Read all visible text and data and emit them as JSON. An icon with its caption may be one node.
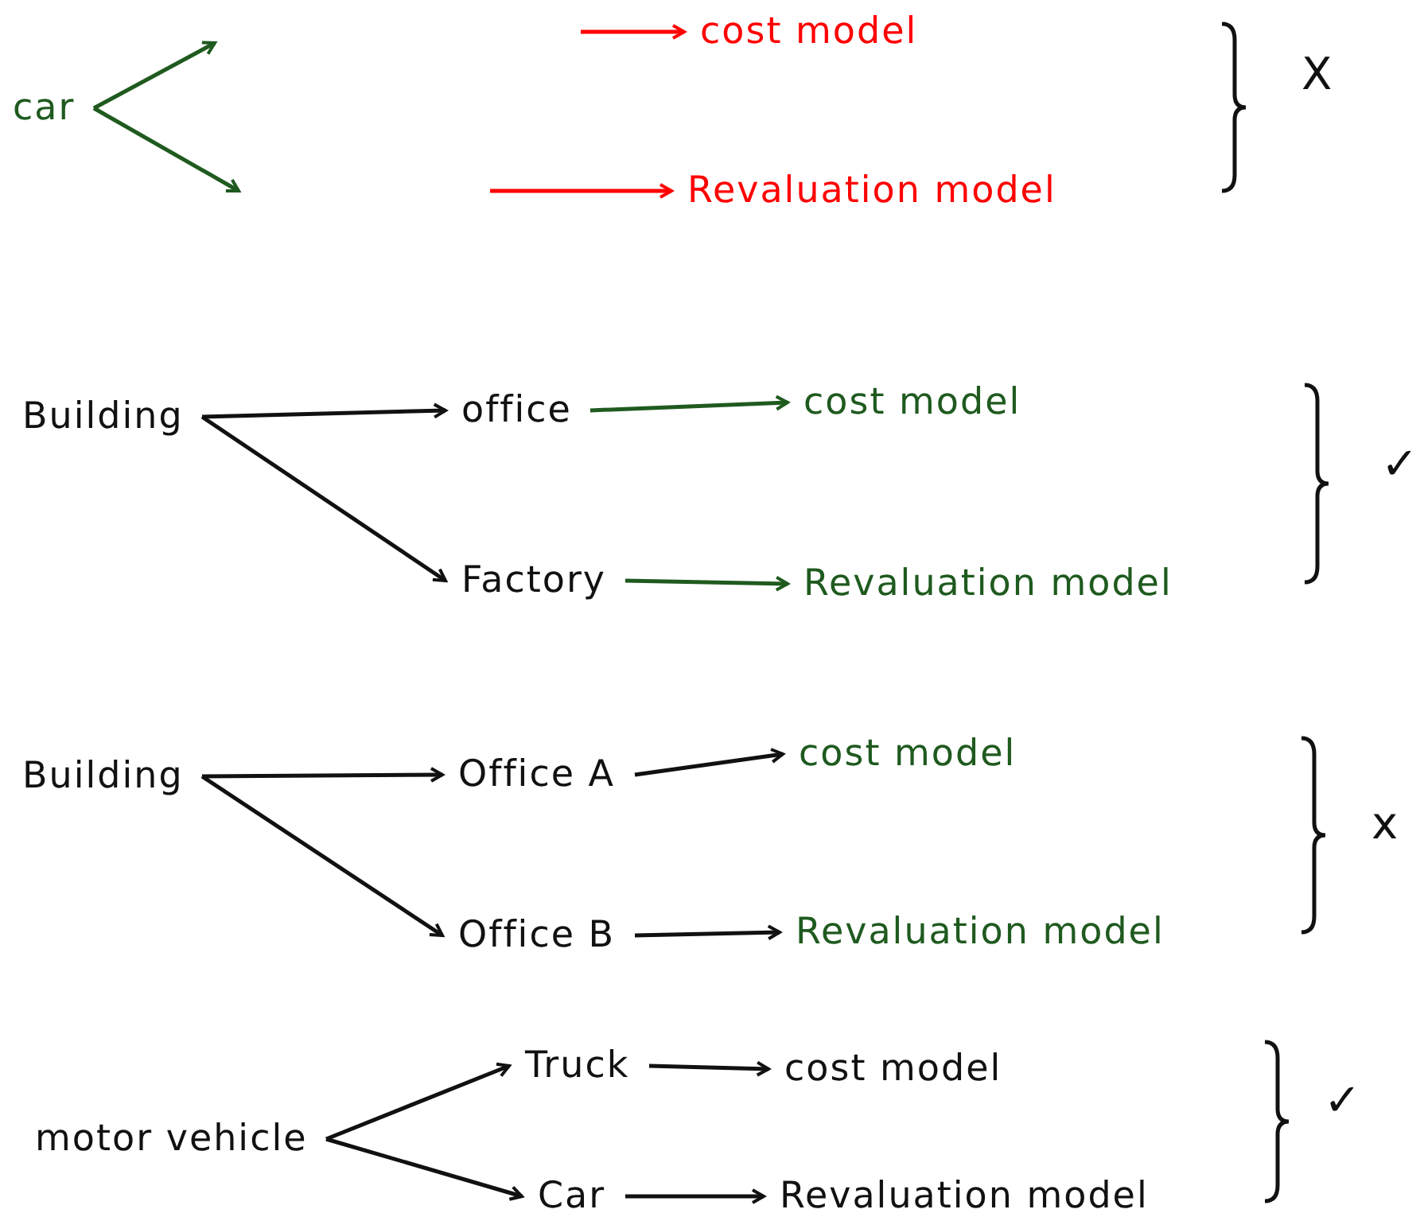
{
  "diagram": {
    "nodes": [
      {
        "text": [
          "car"
        ]
      },
      {
        "text": [
          "cost model"
        ]
      },
      {
        "text": [
          "Revaluation model"
        ]
      },
      {
        "text": [
          "Building"
        ]
      },
      {
        "text": [
          "office"
        ]
      },
      {
        "text": [
          "Factory"
        ]
      },
      {
        "text": [
          "cost model"
        ]
      },
      {
        "text": [
          "Revaluation model"
        ]
      },
      {
        "text": [
          "Building"
        ]
      },
      {
        "text": [
          "Office A"
        ]
      },
      {
        "text": [
          "Office B"
        ]
      },
      {
        "text": [
          "cost model"
        ]
      },
      {
        "text": [
          "Revaluation model"
        ]
      },
      {
        "text": [
          "motor vehicle"
        ]
      },
      {
        "text": [
          "Truck"
        ]
      },
      {
        "text": [
          "Car"
        ]
      },
      {
        "text": [
          "cost model"
        ]
      },
      {
        "text": [
          "Revaluation model"
        ]
      }
    ],
    "edges": [
      {
        "from": 0,
        "to": null,
        "arrow": "to",
        "color": "#1f5a1f"
      },
      {
        "from": 0,
        "to": null,
        "arrow": "to",
        "color": "#1f5a1f"
      },
      {
        "from": null,
        "to": 1,
        "arrow": "to",
        "color": "#ff0000"
      },
      {
        "from": null,
        "to": 2,
        "arrow": "to",
        "color": "#ff0000"
      },
      {
        "from": 3,
        "to": 4,
        "arrow": "to"
      },
      {
        "from": 3,
        "to": 5,
        "arrow": "to"
      },
      {
        "from": 4,
        "to": 6,
        "arrow": "to",
        "color": "#1f5a1f"
      },
      {
        "from": 5,
        "to": 7,
        "arrow": "to",
        "color": "#1f5a1f"
      },
      {
        "from": 8,
        "to": 9,
        "arrow": "to"
      },
      {
        "from": 8,
        "to": 10,
        "arrow": "to"
      },
      {
        "from": 9,
        "to": 11,
        "arrow": "to"
      },
      {
        "from": 10,
        "to": 12,
        "arrow": "to"
      },
      {
        "from": 13,
        "to": 14,
        "arrow": "to"
      },
      {
        "from": 13,
        "to": 15,
        "arrow": "to"
      },
      {
        "from": 14,
        "to": 16,
        "arrow": "to"
      },
      {
        "from": 15,
        "to": 17,
        "arrow": "to"
      }
    ],
    "labels": [
      "X",
      "✓",
      "x",
      "✓"
    ]
  }
}
